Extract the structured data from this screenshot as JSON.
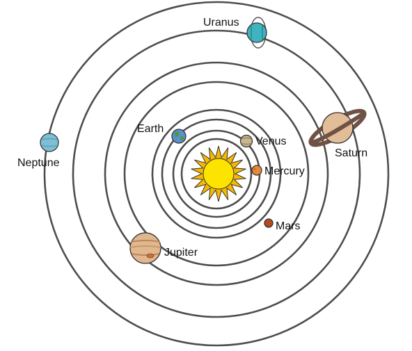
{
  "sun": {
    "name": "Sun",
    "color": "#fde300",
    "ray_color": "#f6b800"
  },
  "planets": {
    "mercury": {
      "label": "Mercury",
      "color": "#e8893a"
    },
    "venus": {
      "label": "Venus",
      "color": "#c9b690"
    },
    "earth": {
      "label": "Earth",
      "color": "#5a8fd1"
    },
    "mars": {
      "label": "Mars",
      "color": "#b44a21"
    },
    "jupiter": {
      "label": "Jupiter",
      "color": "#e1b78d"
    },
    "saturn": {
      "label": "Saturn",
      "color": "#e3bc98"
    },
    "uranus": {
      "label": "Uranus",
      "color": "#3fb4c0"
    },
    "neptune": {
      "label": "Neptune",
      "color": "#7fbfd6"
    }
  },
  "orbit_color": "#4d4d4d"
}
